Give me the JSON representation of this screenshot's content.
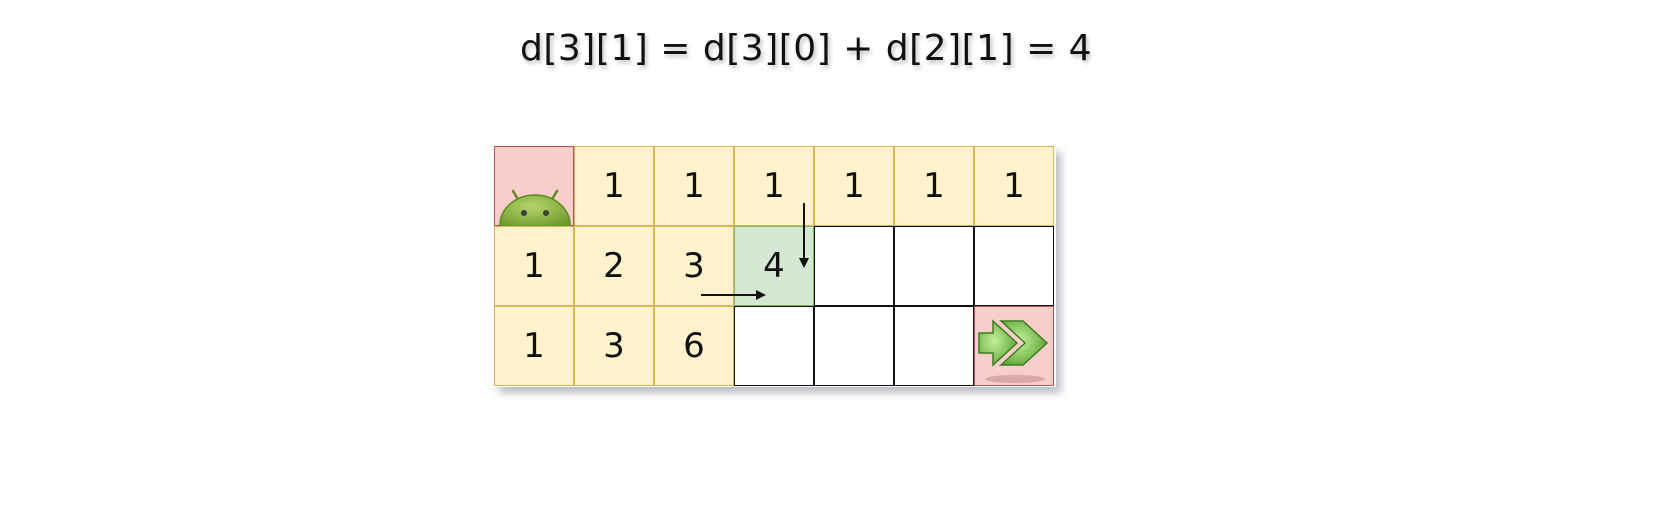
{
  "formula": "d[3][1] = d[3][0] + d[2][1] = 4",
  "grid": {
    "rows": [
      [
        {
          "value": "",
          "kind": "start",
          "icon": "android-robot-icon"
        },
        {
          "value": "1",
          "kind": "filled"
        },
        {
          "value": "1",
          "kind": "filled"
        },
        {
          "value": "1",
          "kind": "filled"
        },
        {
          "value": "1",
          "kind": "filled"
        },
        {
          "value": "1",
          "kind": "filled"
        },
        {
          "value": "1",
          "kind": "filled"
        }
      ],
      [
        {
          "value": "1",
          "kind": "filled"
        },
        {
          "value": "2",
          "kind": "filled"
        },
        {
          "value": "3",
          "kind": "filled"
        },
        {
          "value": "4",
          "kind": "current"
        },
        {
          "value": "",
          "kind": "empty"
        },
        {
          "value": "",
          "kind": "empty"
        },
        {
          "value": "",
          "kind": "empty"
        }
      ],
      [
        {
          "value": "1",
          "kind": "filled"
        },
        {
          "value": "3",
          "kind": "filled"
        },
        {
          "value": "6",
          "kind": "filled"
        },
        {
          "value": "",
          "kind": "empty"
        },
        {
          "value": "",
          "kind": "empty"
        },
        {
          "value": "",
          "kind": "empty"
        },
        {
          "value": "",
          "kind": "finish",
          "icon": "double-right-arrow-icon"
        }
      ]
    ]
  },
  "colors": {
    "filled": "#fff2cc",
    "filled_border": "#d6b656",
    "start_finish": "#f8cecc",
    "start_finish_border": "#b85450",
    "current": "#d5e8d4",
    "current_border": "#82b366",
    "android_green": "#8cb23f",
    "finish_arrow_green": "#6fbf3f"
  }
}
